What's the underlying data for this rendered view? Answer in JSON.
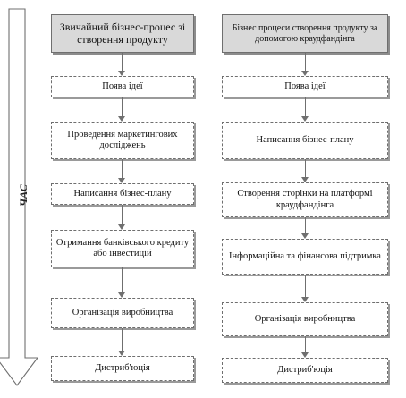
{
  "time_axis": {
    "label": "ЧАС"
  },
  "left_column": {
    "header": "Звичайний бізнес-процес зі створення продукту",
    "steps": [
      "Поява ідеї",
      "Проведення маркетингових досліджень",
      "Написання бізнес-плану",
      "Отримання банківського кредиту або інвестицій",
      "Організація виробництва",
      "Дистриб'юція"
    ]
  },
  "right_column": {
    "header": "Бізнес процеси створення продукту за допомогою краудфандінга",
    "steps": [
      "Поява ідеї",
      "Написання бізнес-плану",
      "Створення сторінки на платформі краудфандінга",
      "Інформаційна та фінансова підтримка",
      "Організація виробництва",
      "Дистриб'юція"
    ]
  }
}
